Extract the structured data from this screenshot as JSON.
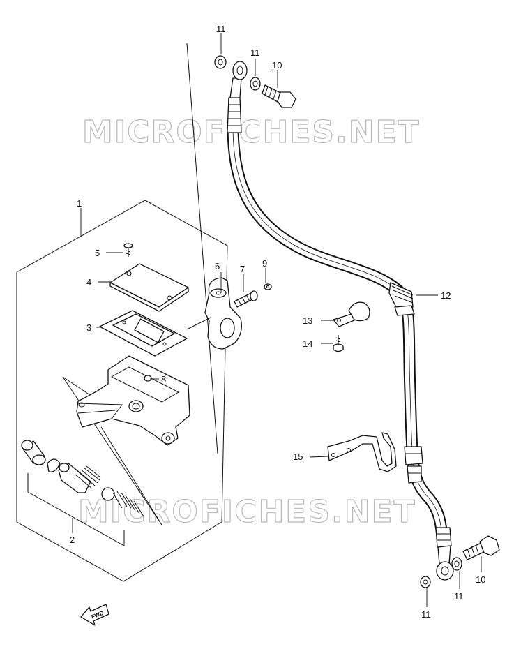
{
  "watermark": "MICROFICHES.NET",
  "direction_arrow": "FWD",
  "callouts": {
    "c1": "1",
    "c2": "2",
    "c3": "3",
    "c4": "4",
    "c5": "5",
    "c6": "6",
    "c7": "7",
    "c8": "8",
    "c9": "9",
    "c10_top": "10",
    "c10_bottom": "10",
    "c11_top_left": "11",
    "c11_top_right": "11",
    "c11_bottom_right": "11",
    "c11_bottom_left": "11",
    "c12": "12",
    "c13": "13",
    "c14": "14",
    "c15": "15"
  }
}
